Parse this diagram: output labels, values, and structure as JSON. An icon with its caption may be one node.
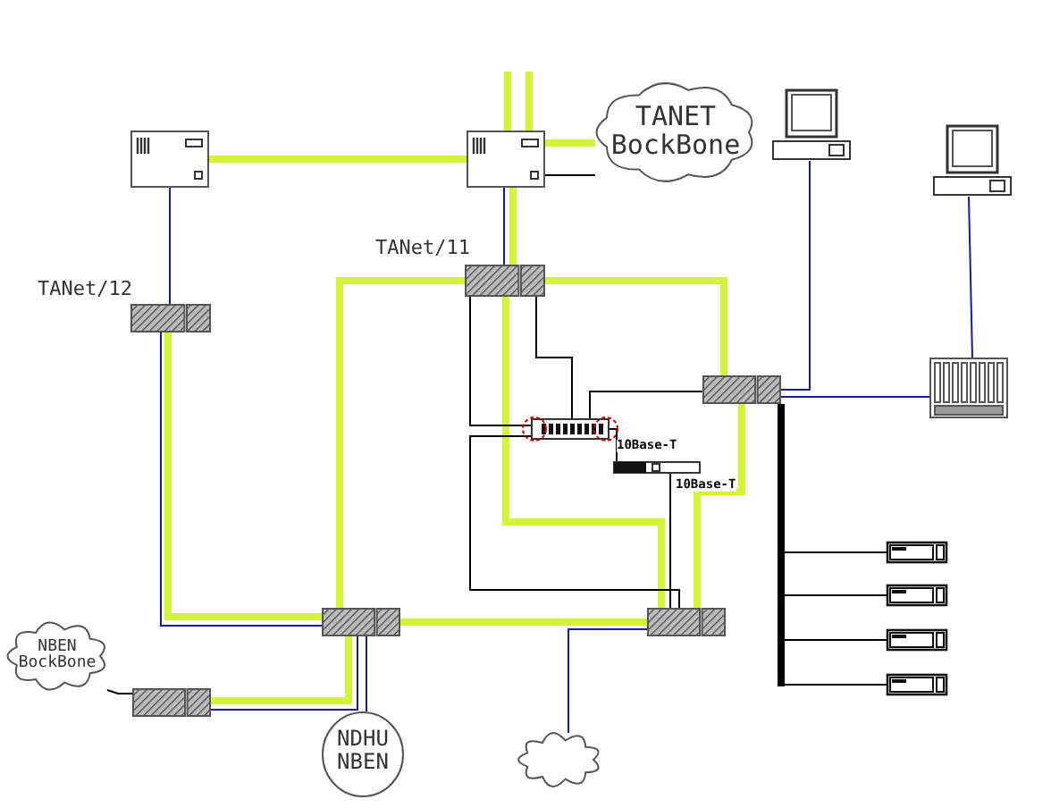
{
  "diagram": {
    "nodes": [
      {
        "text": [
          "TANET BockBone"
        ]
      },
      {
        "text": [],
        "shape": "box"
      },
      {
        "text": [],
        "shape": "box"
      },
      {
        "text": [],
        "shape": "computer"
      },
      {
        "text": [],
        "shape": "computer"
      },
      {
        "text": [
          "TANet/11"
        ]
      },
      {
        "text": [
          "TANet/12"
        ]
      },
      {
        "text": [],
        "shape": "box"
      },
      {
        "text": [],
        "shape": "bar"
      },
      {
        "text": [],
        "shape": "box"
      },
      {
        "text": [],
        "shape": "server"
      },
      {
        "text": [],
        "shape": "box"
      },
      {
        "text": [],
        "shape": "box"
      },
      {
        "text": [
          "NBEN BockBone"
        ]
      },
      {
        "text": [],
        "shape": "box"
      },
      {
        "text": [
          "NDHU NBEN"
        ]
      },
      {
        "text": [],
        "shape": "cloud"
      },
      {
        "text": [],
        "shape": "box"
      },
      {
        "text": [],
        "shape": "box"
      },
      {
        "text": [],
        "shape": "box"
      },
      {
        "text": [],
        "shape": "box"
      }
    ],
    "edges": [
      {
        "from": 1,
        "to": 2,
        "arrow": "none",
        "style": "thick"
      },
      {
        "from": 2,
        "to": 0,
        "arrow": "none",
        "style": "thick"
      },
      {
        "from": 2,
        "to": 0,
        "arrow": "none",
        "color": "#000000"
      },
      {
        "from": null,
        "to": 2,
        "arrow": "none",
        "style": "thick"
      },
      {
        "from": null,
        "to": 2,
        "arrow": "none",
        "style": "thick"
      },
      {
        "from": 2,
        "to": 5,
        "arrow": "none",
        "style": "thick"
      },
      {
        "from": 2,
        "to": 5,
        "arrow": "none",
        "color": "#1a1aa0"
      },
      {
        "from": 1,
        "to": 6,
        "arrow": "none",
        "color": "#1a1aa0"
      },
      {
        "from": 6,
        "to": 11,
        "arrow": "none",
        "style": "thick"
      },
      {
        "from": 6,
        "to": 11,
        "arrow": "none",
        "color": "#1a1aa0"
      },
      {
        "from": 5,
        "to": 11,
        "arrow": "none",
        "style": "thick"
      },
      {
        "from": 5,
        "to": 9,
        "arrow": "none",
        "style": "thick"
      },
      {
        "from": 5,
        "to": 12,
        "arrow": "none",
        "style": "thick"
      },
      {
        "from": 5,
        "to": 7,
        "arrow": "none",
        "color": "#000000"
      },
      {
        "from": 5,
        "to": 7,
        "arrow": "none",
        "color": "#000000"
      },
      {
        "from": 7,
        "to": 12,
        "arrow": "none",
        "color": "#000000"
      },
      {
        "from": 7,
        "to": 9,
        "arrow": "none",
        "color": "#000000"
      },
      {
        "from": 7,
        "to": 8,
        "arrow": "none",
        "color": "#000000"
      },
      {
        "from": 8,
        "to": 12,
        "arrow": "none",
        "color": "#000000"
      },
      {
        "from": 9,
        "to": 12,
        "arrow": "none",
        "style": "thick"
      },
      {
        "from": 9,
        "to": 3,
        "arrow": "none",
        "color": "#1a1aa0"
      },
      {
        "from": 9,
        "to": 10,
        "arrow": "none",
        "color": "#1a1aa0"
      },
      {
        "from": 4,
        "to": 10,
        "arrow": "none",
        "color": "#1a1aa0"
      },
      {
        "from": 9,
        "to": 17,
        "arrow": "none",
        "color": "#000000"
      },
      {
        "from": 9,
        "to": 18,
        "arrow": "none",
        "color": "#000000"
      },
      {
        "from": 9,
        "to": 19,
        "arrow": "none",
        "color": "#000000"
      },
      {
        "from": 9,
        "to": 20,
        "arrow": "none",
        "color": "#000000"
      },
      {
        "from": 11,
        "to": 12,
        "arrow": "none",
        "style": "thick"
      },
      {
        "from": 11,
        "to": 14,
        "arrow": "none",
        "style": "thick"
      },
      {
        "from": 11,
        "to": 14,
        "arrow": "none",
        "color": "#1a1aa0"
      },
      {
        "from": 11,
        "to": 15,
        "arrow": "none",
        "color": "#1a1aa0"
      },
      {
        "from": 13,
        "to": 14,
        "arrow": "none",
        "color": "#000000"
      },
      {
        "from": 12,
        "to": 16,
        "arrow": "none",
        "color": "#1a1aa0"
      }
    ],
    "labels": [
      "10Base-T",
      "10Base-T"
    ]
  }
}
